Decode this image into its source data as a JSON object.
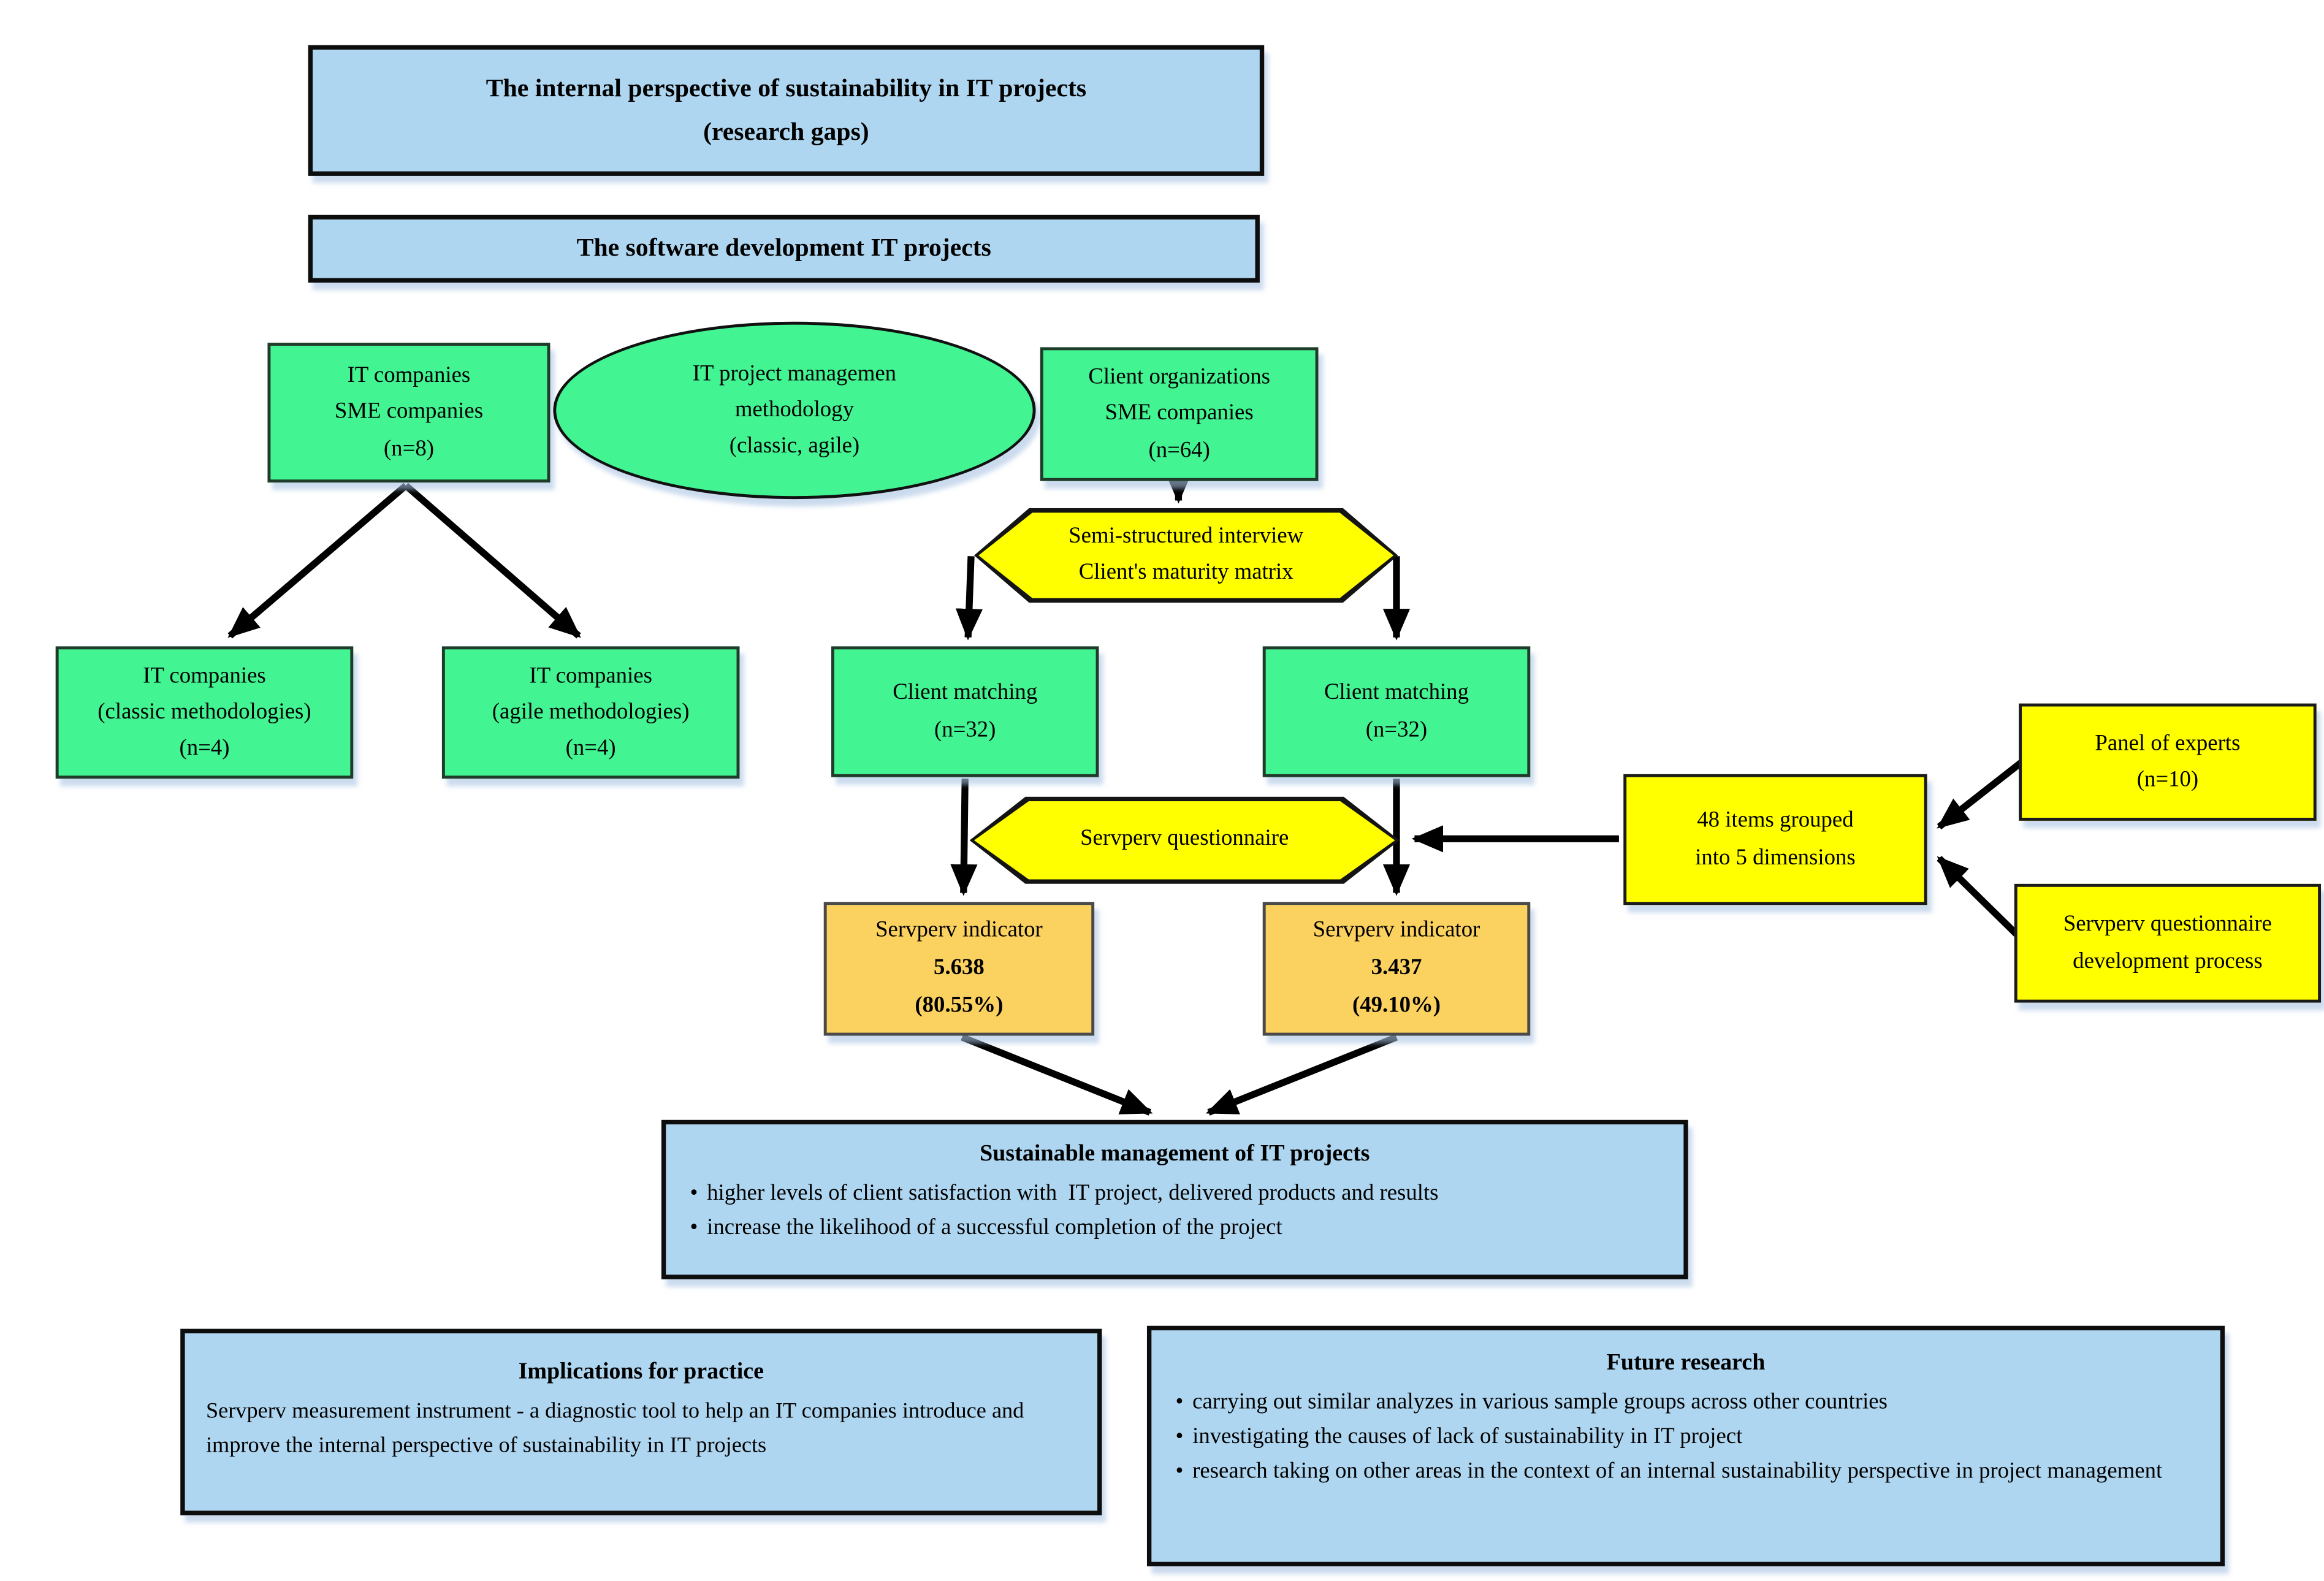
{
  "ui": {
    "bullet": "•"
  },
  "colors": {
    "blue": "#afd6f0",
    "green": "#42f492",
    "yellow": "#ffff00",
    "orange": "#fbd160"
  },
  "nodes": {
    "research_gaps": "The internal perspective of sustainability in IT projects\n(research gaps)",
    "software_dev": "The software development IT projects",
    "it_companies_sme": "IT companies\nSME companies\n(n=8)",
    "pm_methodology": "IT project managemen\nmethodology\n(classic, agile)",
    "client_organizations": "Client organizations\nSME companies\n(n=64)",
    "semi_structured_interview": "Semi-structured interview\nClient's maturity matrix",
    "it_classic": "IT companies\n(classic methodologies)\n(n=4)",
    "it_agile": "IT companies\n(agile methodologies)\n(n=4)",
    "client_matching_left": "Client matching\n(n=32)",
    "client_matching_right": "Client matching\n(n=32)",
    "servperv_questionnaire": "Servperv questionnaire",
    "indicator_left": {
      "label": "Servperv indicator",
      "value": "5.638",
      "pct": "(80.55%)"
    },
    "indicator_right": {
      "label": "Servperv indicator",
      "value": "3.437",
      "pct": "(49.10%)"
    },
    "panel_of_experts": "Panel of experts\n(n=10)",
    "items_48": "48 items grouped\ninto 5 dimensions",
    "servperv_dev": "Servperv questionnaire\ndevelopment process",
    "sustainable": {
      "title": "Sustainable management of IT projects",
      "bullets": [
        "higher levels of client satisfaction with  IT project, delivered products and results",
        "increase the likelihood of a successful completion of the project"
      ]
    },
    "implications": {
      "title": "Implications for practice",
      "body": "Servperv measurement instrument - a diagnostic tool to help an IT companies introduce and improve the internal perspective of sustainability in IT projects"
    },
    "future": {
      "title": "Future research",
      "bullets": [
        "carrying out similar analyzes in various sample groups across other countries",
        "investigating the causes of lack of sustainability in IT project",
        "research taking on other areas in the context of an internal sustainability perspective in project management"
      ]
    }
  }
}
